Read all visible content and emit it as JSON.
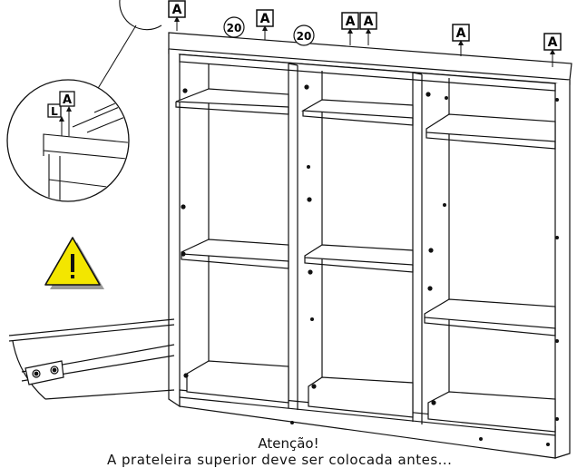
{
  "labels": {
    "part_letter": "A",
    "detail_letter": "L",
    "qty_20": "20"
  },
  "caption": {
    "title": "Atenção!",
    "body_partial": "A prateleira superior deve ser colocada antes..."
  },
  "icons": {
    "warning": "warning-triangle-icon"
  },
  "colors": {
    "line": "#111111",
    "warning_fill": "#f3e600"
  }
}
